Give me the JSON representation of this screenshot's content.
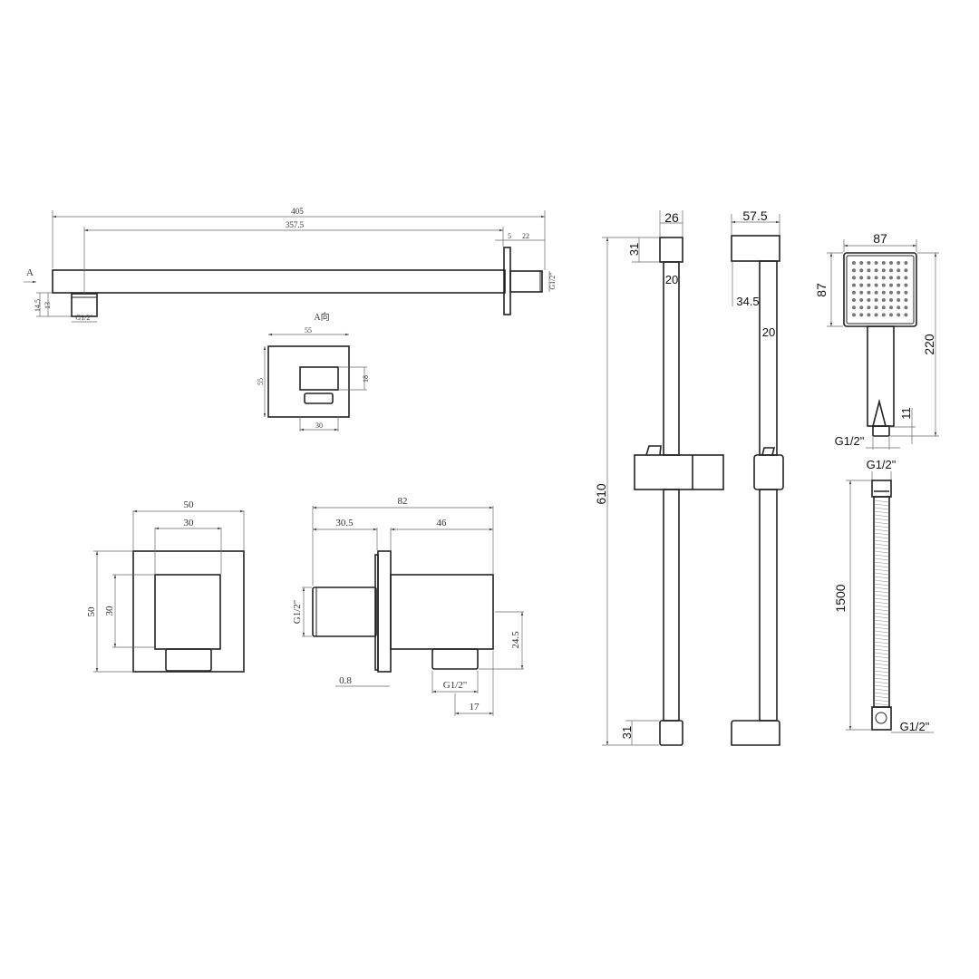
{
  "shower_arm": {
    "view_marker": "A",
    "length_total": "405",
    "length_to_nozzle": "357.5",
    "flange_thickness": "5",
    "thread_length": "22",
    "height_outer": "14.5",
    "height_nozzle": "13",
    "nozzle_thread": "G1/2\"",
    "end_thread": "G1/2\""
  },
  "view_a": {
    "title": "A向",
    "width": "55",
    "height": "55",
    "nozzle_height": "18",
    "nozzle_width": "30"
  },
  "wall_outlet_front": {
    "outer_width": "50",
    "inner_width": "30",
    "outer_height": "50",
    "inner_height": "30"
  },
  "wall_outlet_side": {
    "total_length": "82",
    "inlet_length": "30.5",
    "body_length": "46",
    "inlet_thread": "G1/2\"",
    "outlet_height": "24.5",
    "gasket": "0.8",
    "outlet_thread": "G1/2\"",
    "outlet_offset": "17"
  },
  "slide_rail_front": {
    "total_height": "610",
    "cap_width": "26",
    "top_cap_height": "31",
    "bottom_cap_height": "31",
    "rod_diameter": "20"
  },
  "slide_rail_side": {
    "cap_depth": "57.5",
    "offset": "34.5",
    "rod_diameter": "20"
  },
  "hand_shower": {
    "head_width": "87",
    "head_height": "87",
    "total_length": "220",
    "thread_length": "11",
    "thread": "G1/2\""
  },
  "hose": {
    "top_thread": "G1/2\"",
    "length": "1500",
    "bottom_thread": "G1/2\""
  }
}
